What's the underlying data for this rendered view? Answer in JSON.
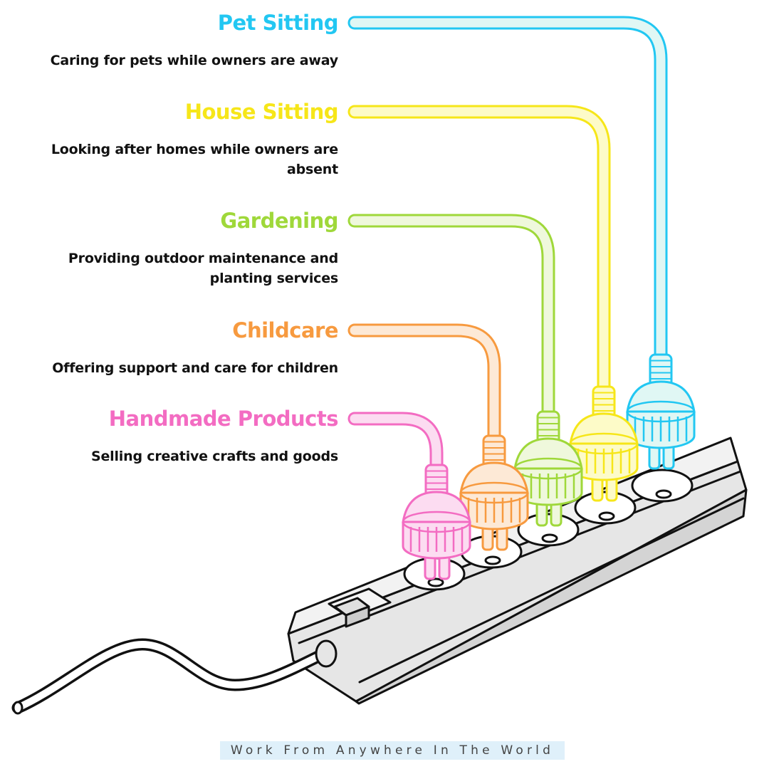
{
  "items": [
    {
      "title": "Pet Sitting",
      "description": "Caring for pets while owners are away",
      "color": "#22c7f2",
      "fill": "#e0f7f4"
    },
    {
      "title": "House Sitting",
      "description": "Looking after homes while owners are absent",
      "color": "#f6e619",
      "fill": "#fdfbc8"
    },
    {
      "title": "Gardening",
      "description": "Providing outdoor maintenance and planting services",
      "color": "#9fd83a",
      "fill": "#eff8dc"
    },
    {
      "title": "Childcare",
      "description": "Offering support and care for children",
      "color": "#f79a3f",
      "fill": "#fde9d6"
    },
    {
      "title": "Handmade Products",
      "description": "Selling creative crafts and goods",
      "color": "#f36cc2",
      "fill": "#fcdcf1"
    }
  ],
  "footer": "Work From Anywhere In The World"
}
